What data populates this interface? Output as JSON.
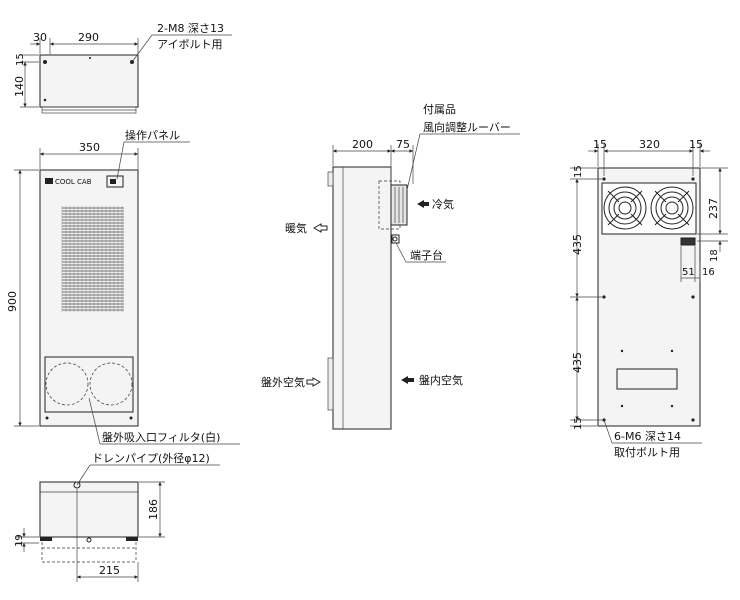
{
  "top_view": {
    "dim_30": "30",
    "dim_290": "290",
    "dim_15": "15",
    "dim_140": "140",
    "bolt_spec": "2-M8 深さ13",
    "bolt_use": "アイボルト用"
  },
  "front_view": {
    "dim_350": "350",
    "dim_900": "900",
    "panel_label": "操作パネル",
    "brand": "COOL CAB",
    "filter_label": "盤外吸入口フィルタ(白)"
  },
  "bottom_view": {
    "drain_label": "ドレンパイプ(外径φ12)",
    "dim_186": "186",
    "dim_19": "19",
    "dim_215": "215"
  },
  "side_view": {
    "dim_200": "200",
    "dim_75": "75",
    "accessory": "付属品",
    "louver": "風向調整ルーバー",
    "cold_air": "冷気",
    "warm_air": "暖気",
    "terminal": "端子台",
    "outside_air": "盤外空気",
    "inside_air": "盤内空気"
  },
  "rear_view": {
    "dim_15a": "15",
    "dim_320": "320",
    "dim_15b": "15",
    "dim_15c": "15",
    "dim_237": "237",
    "dim_435a": "435",
    "dim_18": "18",
    "dim_51": "51",
    "dim_16": "16",
    "dim_435b": "435",
    "dim_15d": "15",
    "mount_spec": "6-M6 深さ14",
    "mount_use": "取付ボルト用"
  }
}
